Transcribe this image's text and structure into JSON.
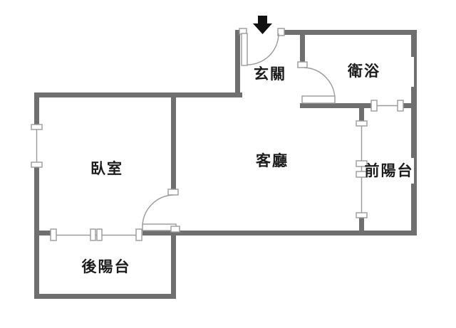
{
  "plan": {
    "background": "#ffffff",
    "colors": {
      "wall": "#6f6f6f",
      "opening": "#9a9a9a",
      "text": "#1c1c1c",
      "arrow": "#111111"
    },
    "entrance": {
      "symbol": "arrow",
      "direction": "down"
    },
    "rooms": [
      {
        "id": "entry",
        "label": "玄關"
      },
      {
        "id": "bathroom",
        "label": "衛浴"
      },
      {
        "id": "bedroom",
        "label": "臥室"
      },
      {
        "id": "living-room",
        "label": "客廳"
      },
      {
        "id": "front-balcony",
        "label": "前陽台"
      },
      {
        "id": "rear-balcony",
        "label": "後陽台"
      }
    ]
  }
}
